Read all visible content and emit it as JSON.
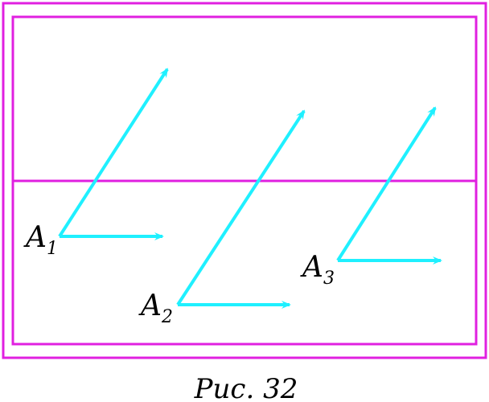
{
  "figure": {
    "colors": {
      "frame": "#e020e0",
      "vector": "#1ff0ff",
      "text": "#000000"
    },
    "points": [
      {
        "letter": "A",
        "index": "1"
      },
      {
        "letter": "A",
        "index": "2"
      },
      {
        "letter": "A",
        "index": "3"
      }
    ],
    "caption": "Рис. 32"
  }
}
